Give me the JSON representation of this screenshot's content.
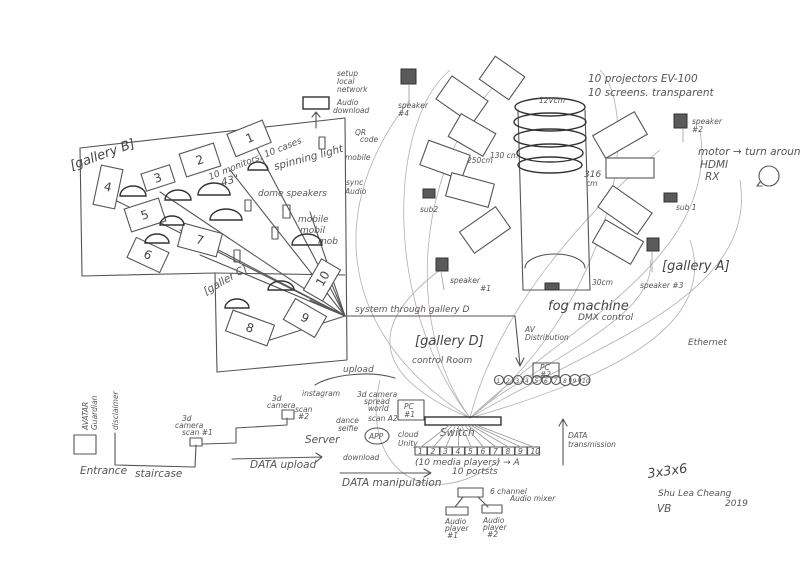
{
  "galleries": {
    "b": "[gallery B]",
    "c": "[galler C]",
    "a": "[gallery A]",
    "d": "[gallery D]",
    "control_room": "control Room"
  },
  "gallery_b": {
    "screen_numbers": [
      "1",
      "2",
      "3",
      "4",
      "5",
      "6",
      "7",
      "8",
      "9",
      "10"
    ],
    "monitors": "10 monitors, 10 cases",
    "monitor_size": "43\"",
    "spinning_light": "spinning light",
    "dome_speakers": "dome speakers",
    "mobile": [
      "mobile",
      "mobil",
      "mob"
    ]
  },
  "network": {
    "setup": [
      "setup",
      "local",
      "network"
    ],
    "audio_download": [
      "Audio",
      "download"
    ],
    "qr": [
      "QR",
      "code"
    ],
    "mobile": "mobile",
    "sync": [
      "sync",
      "Audio"
    ]
  },
  "gallery_a": {
    "projectors": "10 projectors EV-100",
    "screens": "10 screens. transparent",
    "ring_diameter": "12Vcm",
    "dim_250": "250cm",
    "dim_130": "130 cm",
    "height": "316",
    "height_unit": "cm",
    "base": "30cm",
    "fog": "fog machine",
    "dmx": "DMX control",
    "motor": "motor → turn around",
    "hdmi": "HDMI",
    "rx": "RX",
    "speakers": {
      "s1": [
        "speaker",
        "#1"
      ],
      "s2": [
        "speaker",
        "#2"
      ],
      "s3": "speaker #3",
      "s4": [
        "speaker",
        "#4"
      ],
      "sub1": "sub 1",
      "sub2": "sub2"
    }
  },
  "control": {
    "system": "system through gallery D",
    "av": [
      "AV",
      "Distribution"
    ],
    "ethernet": "Ethernet",
    "pc2": [
      "PC",
      "#2"
    ],
    "pc1": [
      "PC",
      "#1"
    ],
    "circles": [
      "1",
      "2",
      "3",
      "4",
      "5",
      "6",
      "7",
      "8",
      "9",
      "10"
    ],
    "switch": "Switch",
    "media": "(10 media players) → A",
    "media_ports": [
      "1",
      "2",
      "3",
      "4",
      "5",
      "6",
      "7",
      "8",
      "9",
      "10"
    ],
    "ports": "10 portsts",
    "data_transmission": [
      "DATA",
      "transmission"
    ],
    "mixer": [
      "6 channel",
      "Audio mixer"
    ],
    "audio_player_1": [
      "Audio",
      "player",
      "#1"
    ],
    "audio_player_2": [
      "Audio",
      "player",
      "#2"
    ],
    "upload": "upload",
    "instagram": "instagram",
    "cam_spread": [
      "3d camera",
      "spread",
      "world"
    ],
    "scan2": "scan A2",
    "dance": [
      "dance",
      "selfie"
    ],
    "app": "APP",
    "server": "Server",
    "download": "download",
    "unity": [
      "cloud",
      "Unity"
    ],
    "data_manipulation": "DATA manipulation"
  },
  "entrance": {
    "avatar": [
      "AVATAR",
      "Guardian"
    ],
    "disclaimer": "disclaimer",
    "entrance": "Entrance",
    "staircase": "staircase",
    "cam1": [
      "3d",
      "camera",
      "scan #1"
    ],
    "cam2": [
      "3d",
      "camera",
      "scan",
      "#2"
    ],
    "data_upload": "DATA upload"
  },
  "signature": {
    "dims": "3x3x6",
    "name": "Shu Lea Cheang",
    "vb": "VB",
    "year": "2019"
  }
}
